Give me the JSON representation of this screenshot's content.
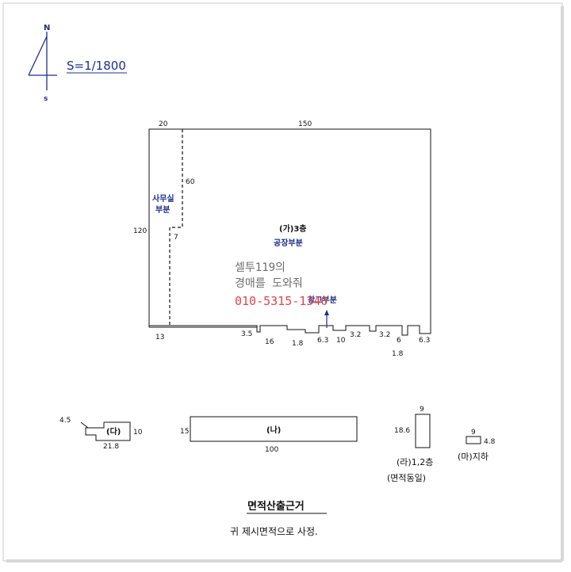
{
  "compass": {
    "north": "N",
    "south": "s"
  },
  "scale": "S=1/1800",
  "main_building": {
    "dims": {
      "top_left": "20",
      "top_main": "150",
      "left_height": "120",
      "office_height": "60",
      "offset": "7",
      "bottom": [
        "13",
        "3.5",
        "16",
        "1.8",
        "6.3",
        "10",
        "3.2",
        "3.2",
        "6",
        "6.3",
        "1.8"
      ]
    },
    "office_label": [
      "사무실",
      "부분"
    ],
    "floor_label": "(가)3층",
    "factory_label": "공장부분",
    "warehouse_label": "창고부분"
  },
  "watermark": {
    "line1": "셀투119의",
    "line2": "경매를 도와줘",
    "phone": "010-5315-1340"
  },
  "sub_buildings": [
    {
      "label": "(다)",
      "dims": [
        "4.5",
        "10",
        "21.8"
      ]
    },
    {
      "label": "(나)",
      "dims": [
        "15",
        "100"
      ]
    },
    {
      "dims": [
        "9",
        "18.6"
      ],
      "label": "(라)1,2층",
      "note": "(면적동일)"
    },
    {
      "dims": [
        "9",
        "4.8"
      ],
      "label": "(마)지하"
    }
  ],
  "footer": {
    "title": "면적산출근거",
    "note": "귀 제시면적으로 사정."
  }
}
